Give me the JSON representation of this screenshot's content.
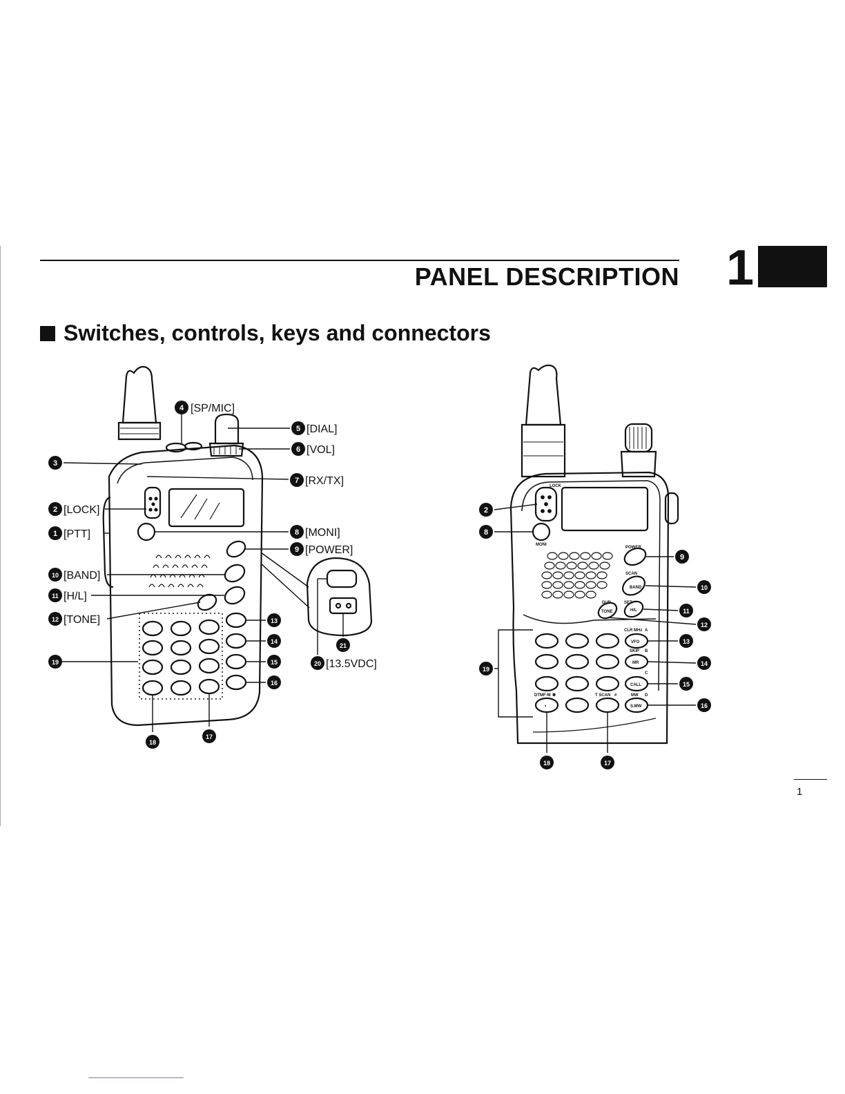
{
  "header": {
    "title": "PANEL DESCRIPTION",
    "chapter": "1"
  },
  "section": {
    "title": "Switches, controls, keys and connectors"
  },
  "page_number": "1",
  "left_labels": {
    "l4": "4",
    "l4t": "[SP/MIC]",
    "l5": "5",
    "l5t": "[DIAL]",
    "l6": "6",
    "l6t": "[VOL]",
    "l3": "3",
    "l7": "7",
    "l7t": "[RX/TX]",
    "l2": "2",
    "l2t": "[LOCK]",
    "l1": "1",
    "l1t": "[PTT]",
    "l8": "8",
    "l8t": "[MONI]",
    "l9": "9",
    "l9t": "[POWER]",
    "l10": "10",
    "l10t": "[BAND]",
    "l11": "11",
    "l11t": "[H/L]",
    "l12": "12",
    "l12t": "[TONE]",
    "l13": "13",
    "l14": "14",
    "l15": "15",
    "l16": "16",
    "l19": "19",
    "l21": "21",
    "l20": "20",
    "l20t": "[13.5VDC]",
    "l18": "18",
    "l17": "17"
  },
  "right_labels": {
    "r2": "2",
    "r8": "8",
    "r9": "9",
    "r10": "10",
    "r11": "11",
    "r12": "12",
    "r13": "13",
    "r14": "14",
    "r15": "15",
    "r16": "16",
    "r19": "19",
    "r18": "18",
    "r17": "17"
  },
  "right_panel_text": {
    "lock": "LOCK",
    "moni": "MONI",
    "power": "POWER",
    "scan": "SCAN",
    "band": "BAND",
    "dup": "DUP",
    "set": "SET",
    "tone": "TONE",
    "hl": "H/L",
    "clr": "CLR MHz",
    "clr_key": "A",
    "vfo": "VFO",
    "skip": "SKIP",
    "skip_key": "B",
    "mr": "MR",
    "c_key": "C",
    "call": "CALL",
    "dtmf": "DTMF-M",
    "dtmf_key": "✽",
    "tscan": "T SCAN",
    "tscan_key": "#",
    "mw": "MW",
    "mw_key": "D",
    "smw": "S.MW",
    "star": "•"
  }
}
